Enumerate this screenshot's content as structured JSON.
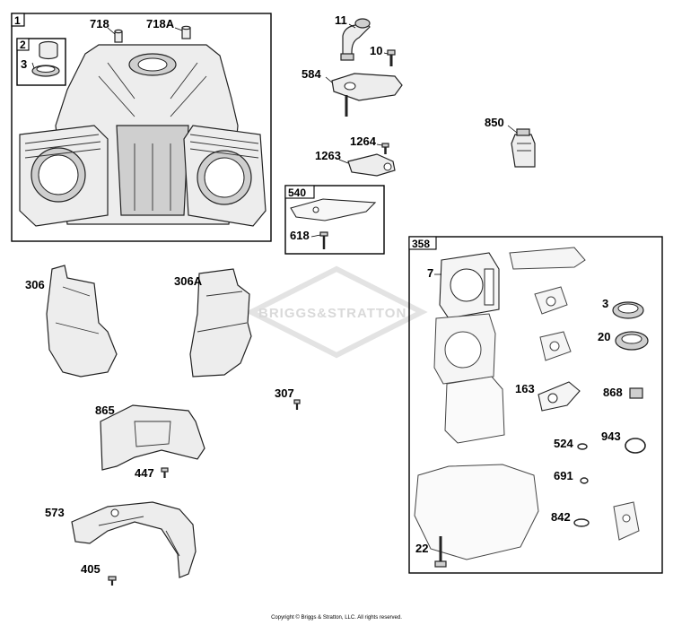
{
  "watermark": "BRIGGS&STRATTON",
  "copyright": "Copyright © Briggs & Stratton, LLC. All rights reserved.",
  "boxes": {
    "b1": "1",
    "b2": "2",
    "b540": "540",
    "b358": "358"
  },
  "labels": {
    "p718": "718",
    "p718A": "718A",
    "p3a": "3",
    "p11": "11",
    "p10": "10",
    "p584": "584",
    "p1264": "1264",
    "p1263": "1263",
    "p850": "850",
    "p618": "618",
    "p306": "306",
    "p306A": "306A",
    "p307": "307",
    "p865": "865",
    "p447": "447",
    "p573": "573",
    "p405": "405",
    "p7": "7",
    "p3b": "3",
    "p20": "20",
    "p163": "163",
    "p868": "868",
    "p524": "524",
    "p943": "943",
    "p691": "691",
    "p842": "842",
    "p22": "22"
  }
}
